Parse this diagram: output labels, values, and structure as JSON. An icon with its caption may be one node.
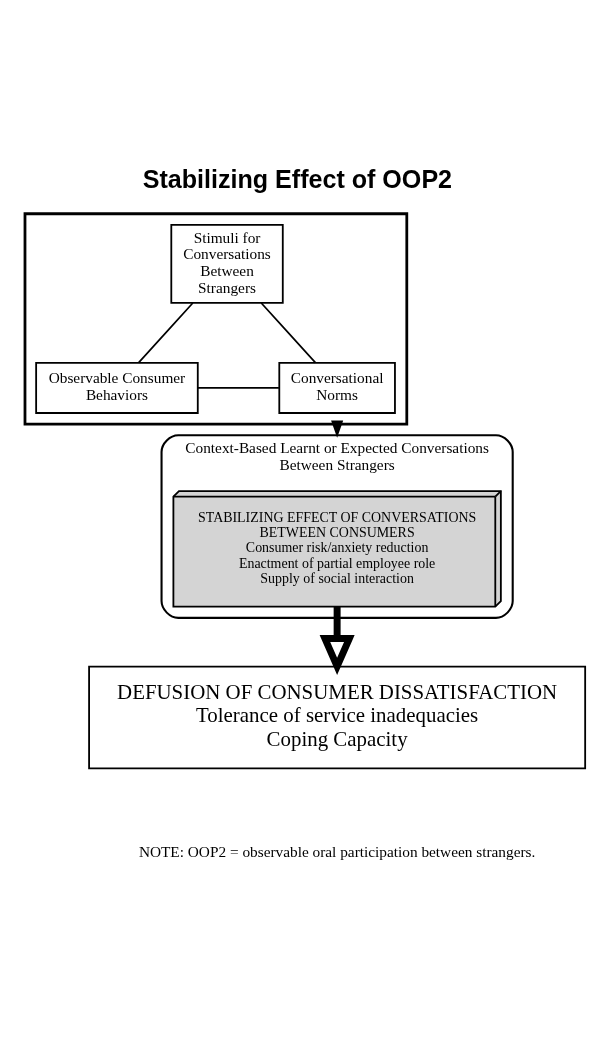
{
  "diagram": {
    "title": "Stabilizing Effect of OOP2",
    "caption": "NOTE: OOP2 = observable oral participation between strangers.",
    "nodes": [
      {
        "text": [],
        "shape": "box"
      },
      {
        "text": [
          "Stimuli for Conversations Between Strangers"
        ],
        "in": 0
      },
      {
        "text": [
          "Observable Consumer Behaviors"
        ],
        "in": 0
      },
      {
        "text": [
          "Conversational Norms"
        ],
        "in": 0
      },
      {
        "text": [
          "Context-Based Learnt or Expected Conversations Between Strangers"
        ]
      },
      {
        "text": [
          "STABILIZING EFFECT OF CONVERSATIONS BETWEEN CONSUMERS",
          "Consumer risk/anxiety reduction",
          "Enactment of partial employee role",
          "Supply of social interaction"
        ],
        "in": 4
      },
      {
        "text": [
          "DEFUSION OF CONSUMER DISSATISFACTION",
          "Tolerance of service inadequacies",
          "Coping Capacity"
        ]
      }
    ],
    "edges": [
      {
        "from": 1,
        "to": 2,
        "arrow": "none"
      },
      {
        "from": 1,
        "to": 3,
        "arrow": "none"
      },
      {
        "from": 2,
        "to": 3,
        "arrow": "none"
      },
      {
        "from": 0,
        "to": 4,
        "arrow": "to"
      },
      {
        "from": 5,
        "to": 6,
        "arrow": "to",
        "style": "thick"
      }
    ]
  }
}
